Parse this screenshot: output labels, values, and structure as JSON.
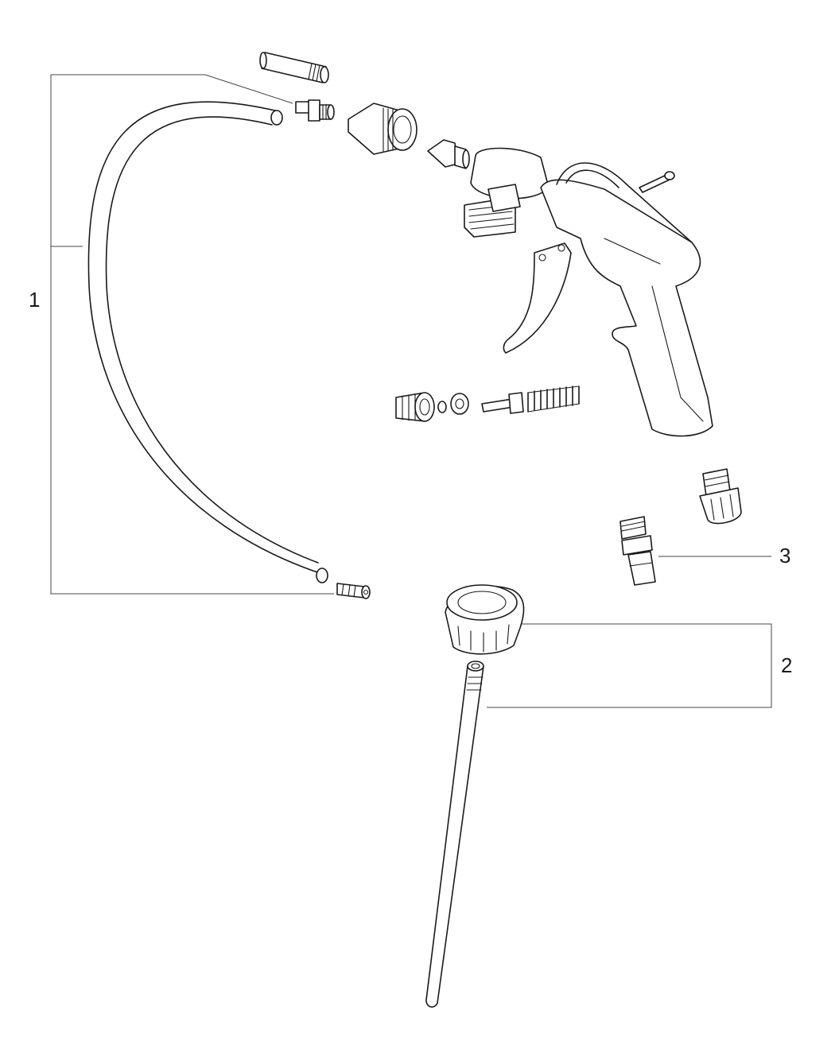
{
  "callouts": [
    {
      "id": "1",
      "label": "1"
    },
    {
      "id": "2",
      "label": "2"
    },
    {
      "id": "3",
      "label": "3"
    }
  ],
  "colors": {
    "line": "#1a1a1a",
    "leader": "#444444",
    "background": "#ffffff"
  }
}
